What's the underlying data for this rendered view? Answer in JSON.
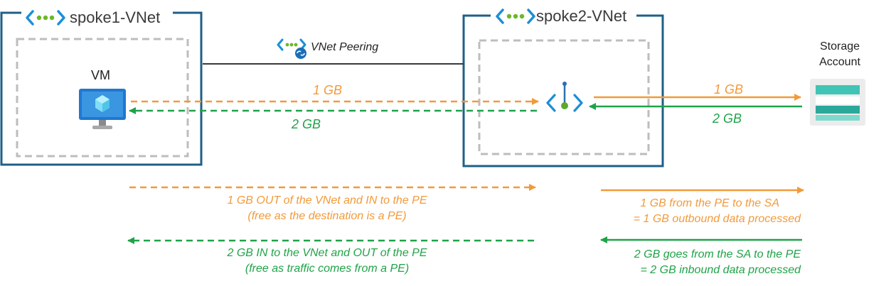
{
  "vnets": {
    "spoke1": {
      "title": "spoke1-VNet"
    },
    "spoke2": {
      "title": "spoke2-VNet"
    }
  },
  "peering": {
    "label": "VNet Peering"
  },
  "vm": {
    "label": "VM"
  },
  "storage": {
    "label_line1": "Storage",
    "label_line2": "Account"
  },
  "flows": {
    "vm_to_pe": "1 GB",
    "pe_to_vm": "2 GB",
    "pe_to_sa": "1 GB",
    "sa_to_pe": "2 GB"
  },
  "legend": {
    "out_line1": "1 GB OUT of the VNet and IN to the PE",
    "out_line2": "(free as the destination is a PE)",
    "in_line1": "2 GB IN to the VNet and OUT of the PE",
    "in_line2": "(free as traffic comes from a PE)",
    "sa_out_line1": "1 GB from the PE to the SA",
    "sa_out_line2": "= 1 GB outbound data processed",
    "sa_in_line1": "2 GB goes from the SA to the PE",
    "sa_in_line2": "= 2 GB inbound data processed"
  },
  "colors": {
    "vnet_border": "#1F5F87",
    "subnet_border": "#BDBDBD",
    "orange": "#F29A3A",
    "green": "#1FA348",
    "link": "#3a3a3a"
  },
  "icons": [
    "vnet-icon",
    "vm-icon",
    "private-endpoint-icon",
    "storage-account-icon",
    "peering-icon"
  ]
}
